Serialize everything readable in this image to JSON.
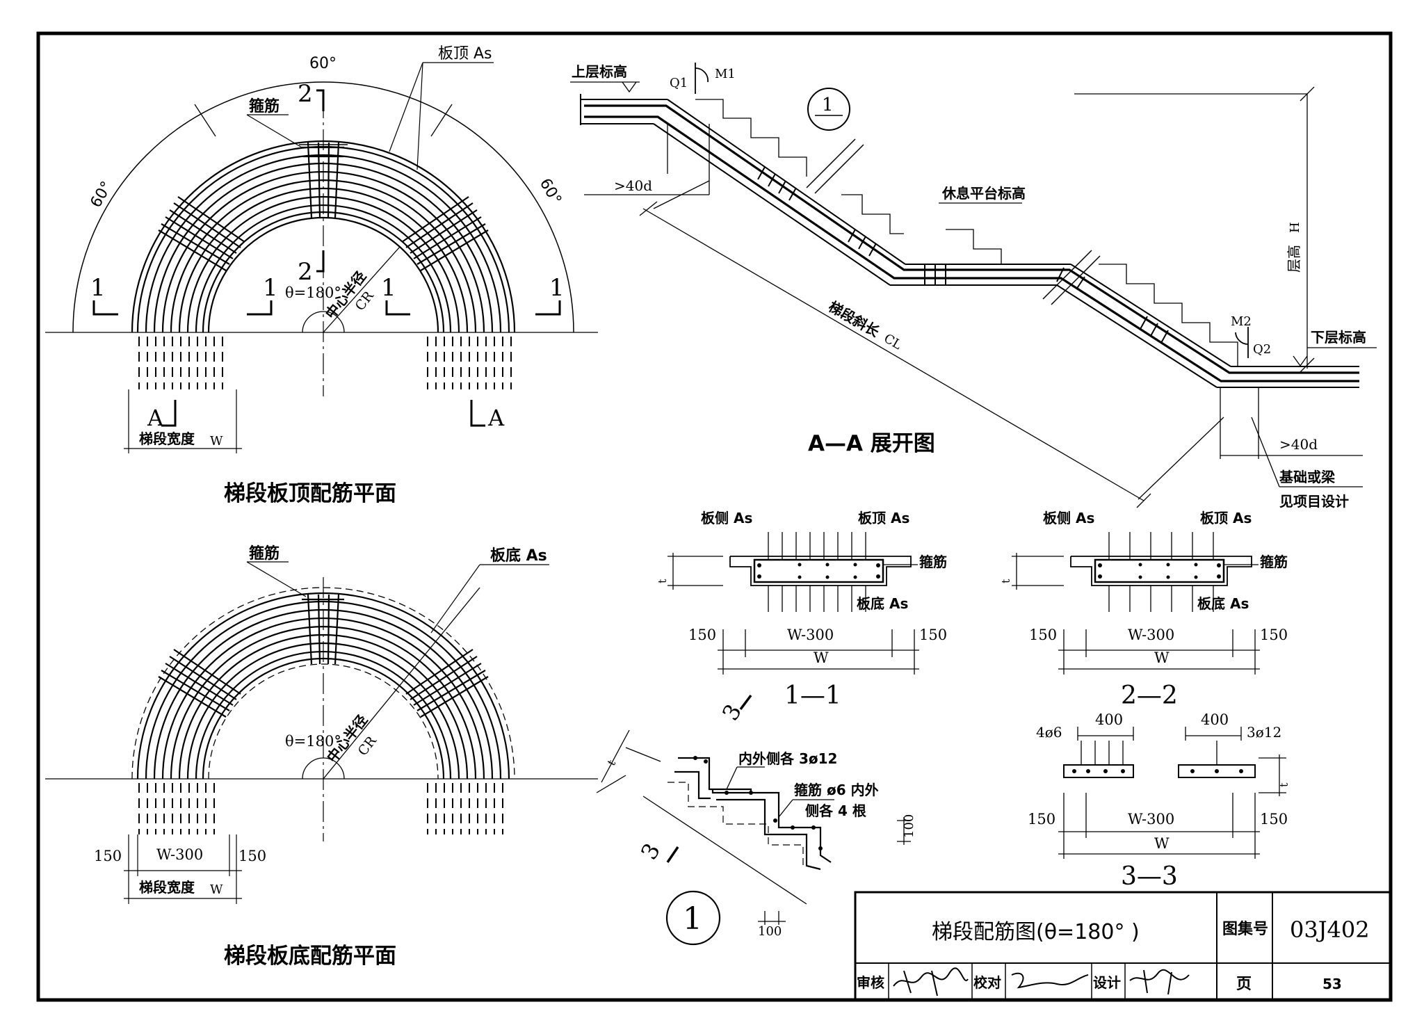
{
  "plan_top": {
    "title": "梯段板顶配筋平面",
    "angle_labels": [
      "60°",
      "60°",
      "60°"
    ],
    "stirrup": "箍筋",
    "top_bar": "板顶 As",
    "theta": "θ=180°",
    "center_radius": "中心半径",
    "cr": "CR",
    "width_label": "梯段宽度",
    "width_sym": "W",
    "sec1": "1",
    "sec2": "2",
    "secA": "A"
  },
  "plan_bottom": {
    "title": "梯段板底配筋平面",
    "stirrup": "箍筋",
    "bottom_bar": "板底 As",
    "theta": "θ=180°",
    "center_radius": "中心半径",
    "cr": "CR",
    "dim_side": "150",
    "dim_mid": "W-300",
    "width_label": "梯段宽度",
    "width_sym": "W"
  },
  "elevation": {
    "title": "A—A 展开图",
    "upper_level": "上层标高",
    "lower_level": "下层标高",
    "q1": "Q1",
    "m1": "M1",
    "q2": "Q2",
    "m2": "M2",
    "landing_level": "休息平台标高",
    "anchor": ">40d",
    "slope_length": "梯段斜长",
    "cl": "CL",
    "floor_height": "层高",
    "h": "H",
    "foundation": "基础或梁",
    "see_project": "见项目设计",
    "detail_no": "1"
  },
  "section_1_1": {
    "title": "1—1",
    "side_bar": "板侧 As",
    "top_bar": "板顶 As",
    "bottom_bar": "板底 As",
    "stirrup": "箍筋",
    "t": "t",
    "dim_side": "150",
    "dim_mid": "W-300",
    "dim_w": "W"
  },
  "section_2_2": {
    "title": "2—2",
    "side_bar": "板侧 As",
    "top_bar": "板顶 As",
    "bottom_bar": "板底 As",
    "stirrup": "箍筋",
    "t": "t",
    "dim_side": "150",
    "dim_mid": "W-300",
    "dim_w": "W"
  },
  "section_3_3": {
    "title": "3—3",
    "bar_left": "4ø6",
    "bar_right": "3ø12",
    "dim_400": "400",
    "t": "t",
    "dim_side": "150",
    "dim_mid": "W-300",
    "dim_w": "W"
  },
  "detail_1": {
    "number": "1",
    "cut": "3",
    "note1": "内外侧各 3ø12",
    "note2a": "箍筋 ø6 内外",
    "note2b": "侧各 4 根",
    "dim_100": "100",
    "t": "t"
  },
  "title_block": {
    "title": "梯段配筋图(θ=180° )",
    "atlas_label": "图集号",
    "atlas_no": "03J402",
    "review": "审核",
    "check": "校对",
    "design": "设计",
    "page_label": "页",
    "page_no": "53"
  }
}
